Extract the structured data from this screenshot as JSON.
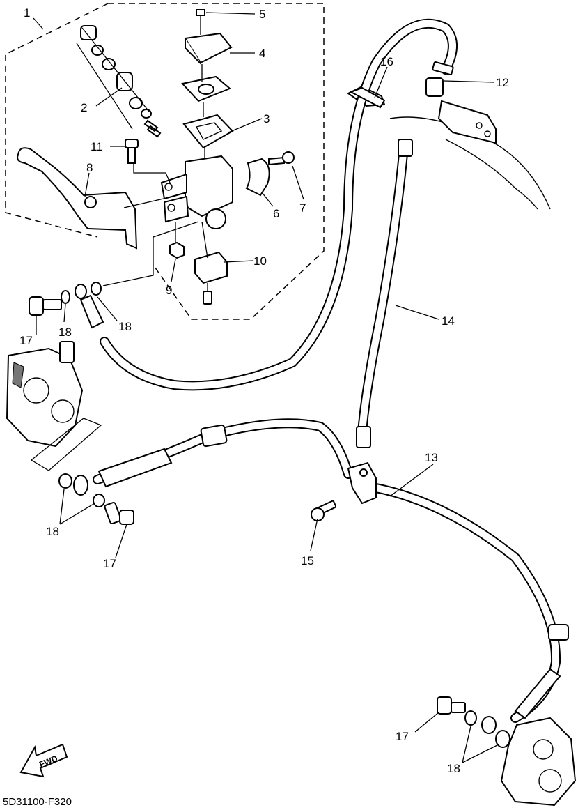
{
  "diagram": {
    "code": "5D31100-F320",
    "fwd_label": "FWD",
    "callouts": [
      {
        "id": "c1",
        "text": "1"
      },
      {
        "id": "c2",
        "text": "2"
      },
      {
        "id": "c3",
        "text": "3"
      },
      {
        "id": "c4",
        "text": "4"
      },
      {
        "id": "c5",
        "text": "5"
      },
      {
        "id": "c6",
        "text": "6"
      },
      {
        "id": "c7",
        "text": "7"
      },
      {
        "id": "c8",
        "text": "8"
      },
      {
        "id": "c9",
        "text": "9"
      },
      {
        "id": "c10",
        "text": "10"
      },
      {
        "id": "c11",
        "text": "11"
      },
      {
        "id": "c12",
        "text": "12"
      },
      {
        "id": "c13",
        "text": "13"
      },
      {
        "id": "c14",
        "text": "14"
      },
      {
        "id": "c15",
        "text": "15"
      },
      {
        "id": "c16",
        "text": "16"
      },
      {
        "id": "c17a",
        "text": "17"
      },
      {
        "id": "c17b",
        "text": "17"
      },
      {
        "id": "c17c",
        "text": "17"
      },
      {
        "id": "c18a",
        "text": "18"
      },
      {
        "id": "c18b",
        "text": "18"
      },
      {
        "id": "c18c",
        "text": "18"
      },
      {
        "id": "c18d",
        "text": "18"
      }
    ]
  }
}
